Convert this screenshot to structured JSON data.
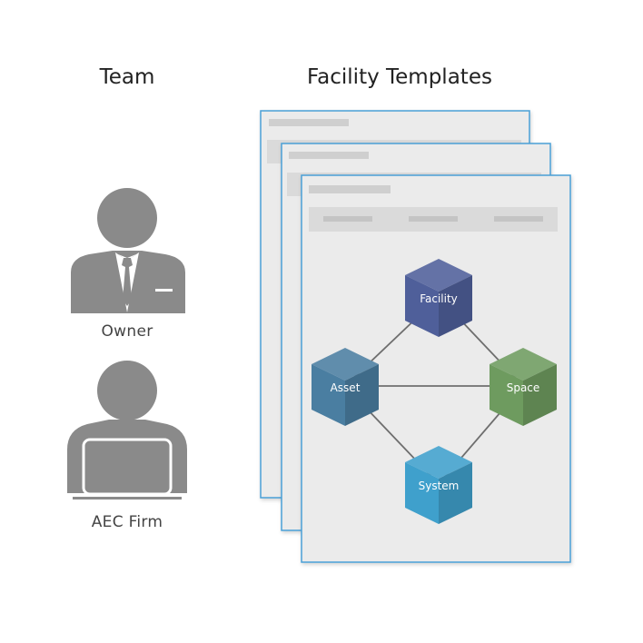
{
  "headings": {
    "team": "Team",
    "templates": "Facility Templates"
  },
  "team": {
    "owner_label": "Owner",
    "aec_label": "AEC Firm"
  },
  "diagram": {
    "nodes": {
      "facility": {
        "label": "Facility",
        "color": "#4f5f9a"
      },
      "asset": {
        "label": "Asset",
        "color": "#4a7ea1"
      },
      "space": {
        "label": "Space",
        "color": "#6e9b5f"
      },
      "system": {
        "label": "System",
        "color": "#3fa0cc"
      }
    },
    "edges": [
      [
        "facility",
        "asset"
      ],
      [
        "facility",
        "space"
      ],
      [
        "asset",
        "space"
      ],
      [
        "asset",
        "system"
      ],
      [
        "space",
        "system"
      ]
    ]
  },
  "colors": {
    "icon_gray": "#8a8a8a",
    "card_border": "#4a9fd6",
    "card_fill": "#ebebeb",
    "placeholder": "#cfcfcf"
  }
}
